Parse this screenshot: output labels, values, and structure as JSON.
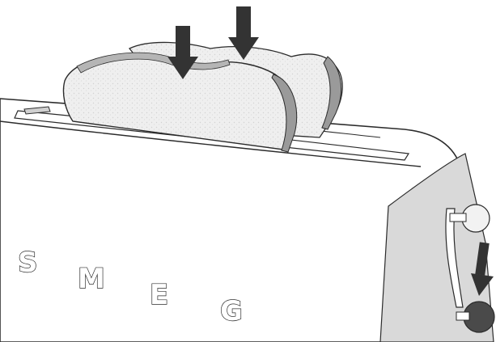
{
  "illustration": {
    "brand_letters": [
      "S",
      "M",
      "E",
      "G"
    ],
    "colors": {
      "outline": "#2b2b2b",
      "bread_fill": "#efefef",
      "crust": "#9a9a9a",
      "arrow": "#333333",
      "side_panel": "#d9d9d9",
      "knob_top": "#f2f2f2",
      "knob_bottom": "#4a4a4a"
    },
    "icons": [
      "down-arrow-icon",
      "lever-knob-icon"
    ]
  }
}
